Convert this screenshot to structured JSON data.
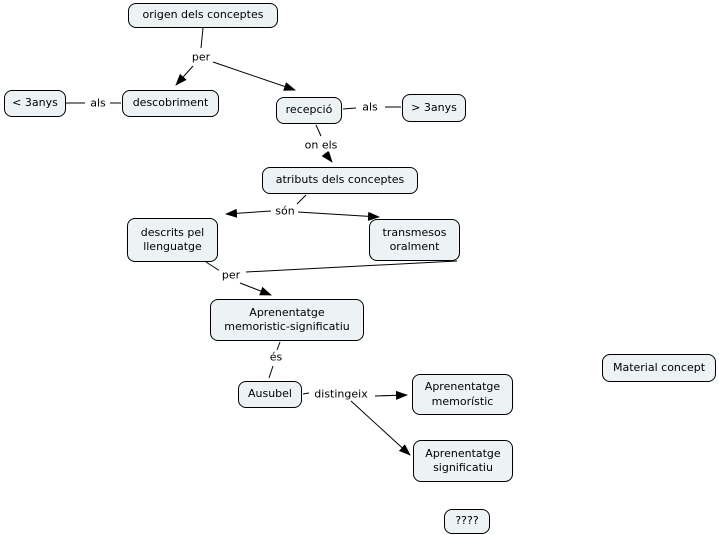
{
  "diagram": {
    "type": "concept-map",
    "language": "Catalan",
    "colors": {
      "background": "#ffffff",
      "node_fill": "#edf2f5",
      "node_border": "#000000",
      "text": "#000000",
      "line": "#000000"
    },
    "nodes": {
      "origen": {
        "label": "origen dels conceptes"
      },
      "lt3anys": {
        "label": "< 3anys"
      },
      "descobriment": {
        "label": "descobriment"
      },
      "recepcio": {
        "label": "recepció"
      },
      "gt3anys": {
        "label": "> 3anys"
      },
      "atributs": {
        "label": "atributs dels conceptes"
      },
      "descrits": {
        "label": "descrits pel\nllenguatge"
      },
      "transmesos": {
        "label": "transmesos\noralment"
      },
      "apr_mem_sig": {
        "label": "Aprenentatge\nmemoristic-significatiu"
      },
      "ausubel": {
        "label": "Ausubel"
      },
      "apr_memoristic": {
        "label": "Aprenentatge\nmemorístic"
      },
      "apr_significatiu": {
        "label": "Aprenentatge\nsignificatiu"
      },
      "material": {
        "label": "Material concept"
      },
      "unknown": {
        "label": "????"
      }
    },
    "link_labels": {
      "per1": "per",
      "als_left": "als",
      "als_right": "als",
      "on_els": "on els",
      "son": "són",
      "per2": "per",
      "es": "és",
      "distingeix": "distingeix"
    },
    "edges": [
      {
        "from": "origen dels conceptes",
        "label": "per",
        "to": "descobriment"
      },
      {
        "from": "origen dels conceptes",
        "label": "per",
        "to": "recepció"
      },
      {
        "from": "< 3anys",
        "label": "als",
        "to": "descobriment"
      },
      {
        "from": "recepció",
        "label": "als",
        "to": "> 3anys"
      },
      {
        "from": "recepció",
        "label": "on els",
        "to": "atributs dels conceptes"
      },
      {
        "from": "atributs dels conceptes",
        "label": "són",
        "to": "descrits pel llenguatge"
      },
      {
        "from": "atributs dels conceptes",
        "label": "són",
        "to": "transmesos oralment"
      },
      {
        "from": "descrits pel llenguatge",
        "label": "per",
        "to": "Aprenentatge memoristic-significatiu"
      },
      {
        "from": "transmesos oralment",
        "label": "per",
        "to": "Aprenentatge memoristic-significatiu"
      },
      {
        "from": "Aprenentatge memoristic-significatiu",
        "label": "és",
        "to": "Ausubel"
      },
      {
        "from": "Ausubel",
        "label": "distingeix",
        "to": "Aprenentatge memorístic"
      },
      {
        "from": "Ausubel",
        "label": "distingeix",
        "to": "Aprenentatge significatiu"
      }
    ]
  }
}
